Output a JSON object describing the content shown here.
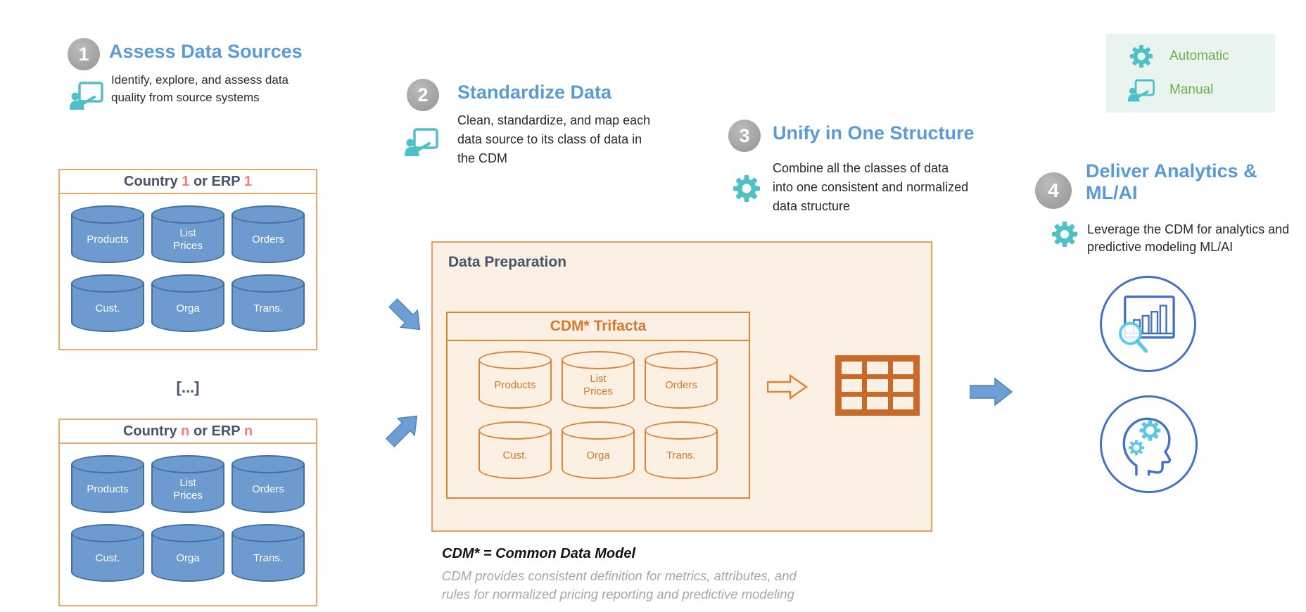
{
  "legend": {
    "automatic_label": "Automatic",
    "manual_label": "Manual"
  },
  "steps": [
    {
      "number": "1",
      "title": "Assess Data Sources",
      "description": "Identify, explore, and assess data quality from source systems",
      "icon": "whiteboard-manual"
    },
    {
      "number": "2",
      "title": "Standardize Data",
      "description": "Clean, standardize, and map each data source to its class of data in the CDM",
      "icon": "whiteboard-manual"
    },
    {
      "number": "3",
      "title": "Unify in One Structure",
      "description": "Combine all the classes of data into one consistent and normalized data structure",
      "icon": "gear-automatic"
    },
    {
      "number": "4",
      "title": "Deliver Analytics & ML/AI",
      "description": "Leverage the CDM for analytics and predictive modeling ML/AI",
      "icon": "gear-automatic"
    }
  ],
  "source_boxes": [
    {
      "title": {
        "p1": "Country ",
        "n1": "1",
        "p2": " or ERP ",
        "n2": "1"
      },
      "databases": [
        "Products",
        "List\nPrices",
        "Orders",
        "Cust.",
        "Orga",
        "Trans."
      ]
    },
    {
      "title": {
        "p1": "Country ",
        "n1": "n",
        "p2": " or ERP ",
        "n2": "n"
      },
      "databases": [
        "Products",
        "List\nPrices",
        "Orders",
        "Cust.",
        "Orga",
        "Trans."
      ]
    }
  ],
  "ellipsis": "[...]",
  "data_preparation": {
    "title": "Data Preparation",
    "cdm_title": "CDM* Trifacta",
    "databases": [
      "Products",
      "List\nPrices",
      "Orders",
      "Cust.",
      "Orga",
      "Trans."
    ]
  },
  "footnote": {
    "title": "CDM* = Common Data Model",
    "body": "CDM provides consistent definition for metrics, attributes, and rules for normalized pricing reporting and predictive modeling"
  },
  "colors": {
    "step_title_blue": "#5B9BD5",
    "number_circle_gray": "#9E9E9E",
    "teal_icon": "#4EC0C6",
    "legend_green": "#70AD47",
    "legend_bg": "#E9F4F1",
    "navy_text": "#44546A",
    "red_numeral": "#FF7B7B",
    "light_orange_border": "#F0A76B",
    "orange_border": "#DD8433",
    "orange_text": "#D8782A",
    "peach_fill": "#FCF0E4",
    "cylinder_blue_fill": "#6D9BD0",
    "cylinder_blue_outline": "#41719C",
    "grid_icon_orange": "#C96B28",
    "block_arrow_blue": "#6D9ED4",
    "outline_circle_blue": "#4472C4",
    "cyan_accent": "#5BC8E8",
    "footnote_gray": "#A6A6A6"
  }
}
